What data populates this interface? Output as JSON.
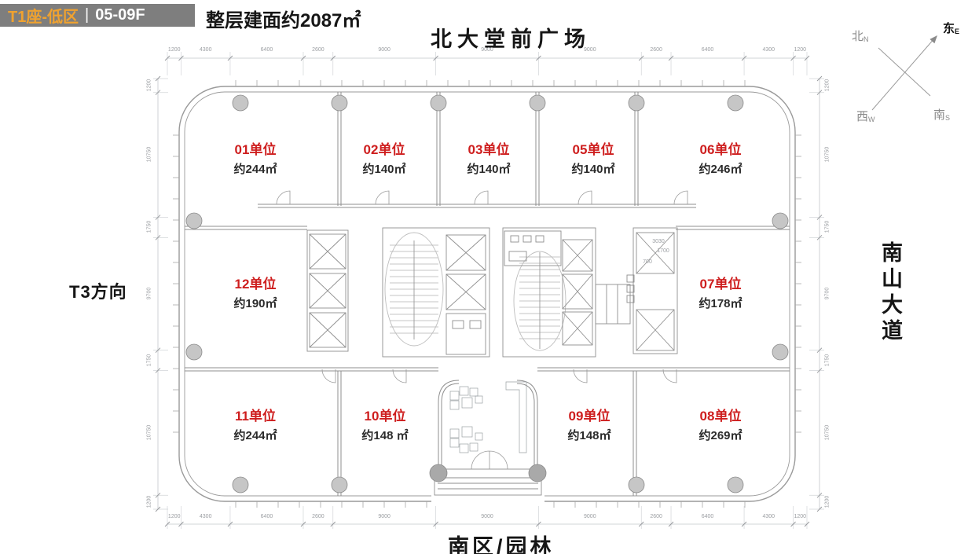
{
  "header": {
    "building": "T1座-低区",
    "separator": "|",
    "floors": "05-09F",
    "area_note": "整层建面约2087㎡"
  },
  "surroundings": {
    "north": "北大堂前广场",
    "west": "T3方向",
    "east": "南山大道",
    "south": "南区/园林"
  },
  "compass": {
    "north": "北",
    "north_sub": "N",
    "east": "东",
    "east_sub": "E",
    "west": "西",
    "west_sub": "W",
    "south": "南",
    "south_sub": "S"
  },
  "units": [
    {
      "id": "01",
      "name": "01单位",
      "area": "约244㎡"
    },
    {
      "id": "02",
      "name": "02单位",
      "area": "约140㎡"
    },
    {
      "id": "03",
      "name": "03单位",
      "area": "约140㎡"
    },
    {
      "id": "05",
      "name": "05单位",
      "area": "约140㎡"
    },
    {
      "id": "06",
      "name": "06单位",
      "area": "约246㎡"
    },
    {
      "id": "07",
      "name": "07单位",
      "area": "约178㎡"
    },
    {
      "id": "08",
      "name": "08单位",
      "area": "约269㎡"
    },
    {
      "id": "09",
      "name": "09单位",
      "area": "约148㎡"
    },
    {
      "id": "10",
      "name": "10单位",
      "area": "约148 ㎡"
    },
    {
      "id": "11",
      "name": "11单位",
      "area": "约244㎡"
    },
    {
      "id": "12",
      "name": "12单位",
      "area": "约190㎡"
    }
  ],
  "dimensions": {
    "top_mm": [
      "1200",
      "4300",
      "6400",
      "2600",
      "9000",
      "9000",
      "9000",
      "2600",
      "6400",
      "4300",
      "1200"
    ],
    "bottom_mm": [
      "1200",
      "4300",
      "6400",
      "2600",
      "9000",
      "9000",
      "9000",
      "2600",
      "6400",
      "4300",
      "1200"
    ],
    "left_mm": [
      "1200",
      "10750",
      "1750",
      "9700",
      "1750",
      "10750",
      "1200"
    ],
    "right_mm": [
      "1200",
      "10750",
      "1750",
      "9700",
      "1750",
      "10750",
      "1200"
    ],
    "core_mm": [
      "3030",
      "1700",
      "700"
    ]
  },
  "colors": {
    "accent_orange": "#F0A22F",
    "unit_red": "#CE1E1E",
    "header_gray": "#7E7E7E",
    "wall_gray": "#8F8F8F",
    "dim_gray": "#9B9EA2"
  }
}
